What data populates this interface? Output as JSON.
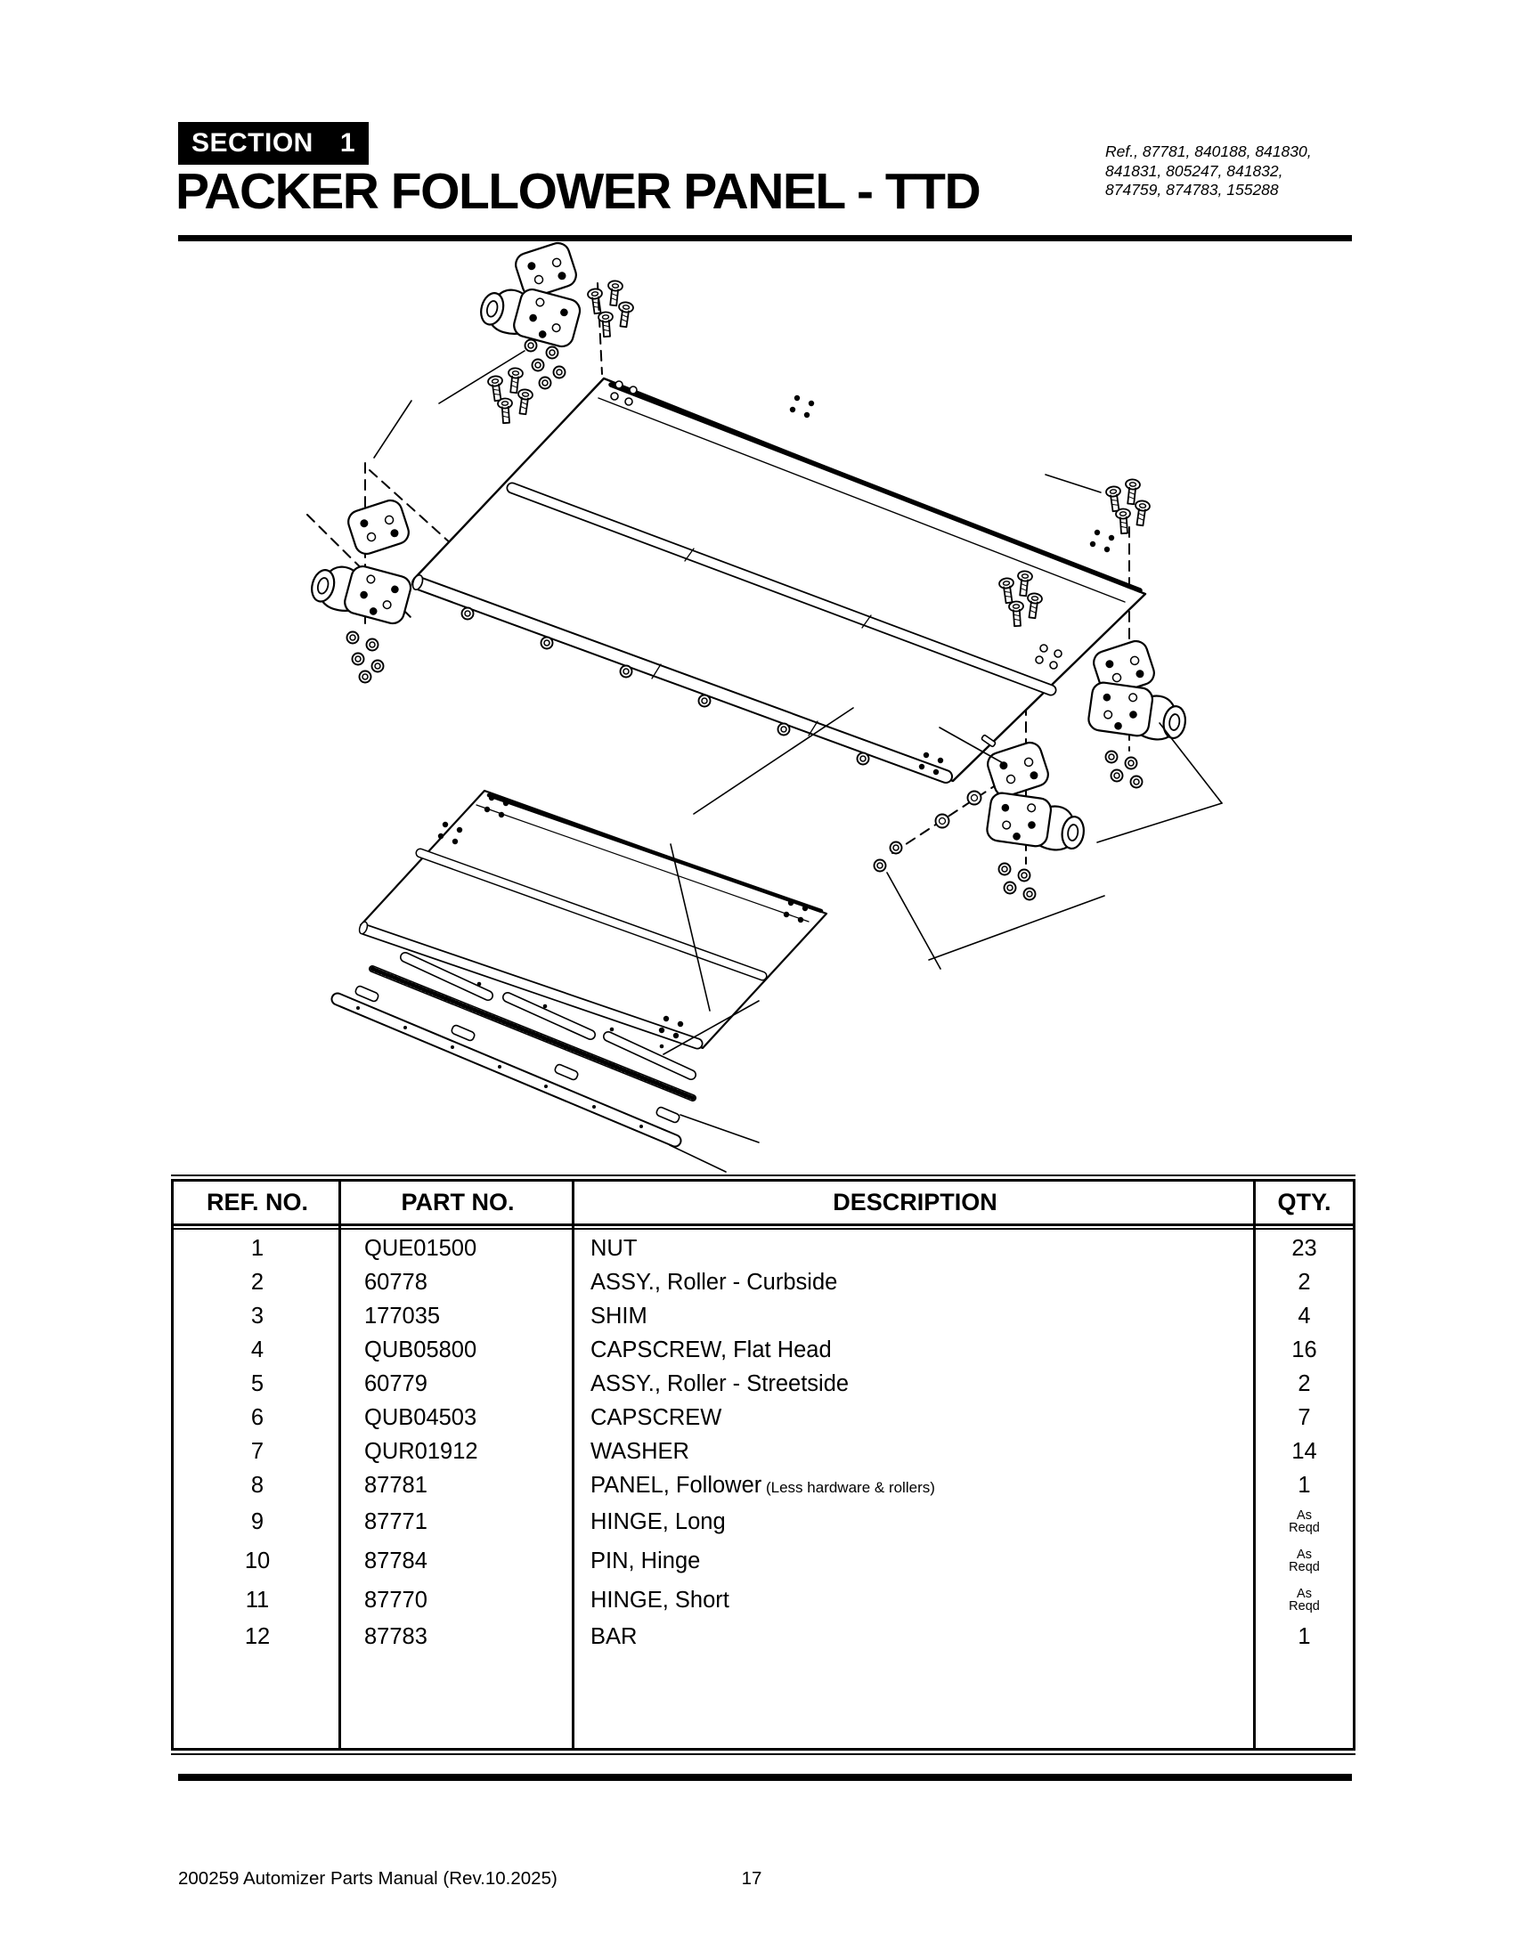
{
  "page": {
    "section_label": "SECTION",
    "section_number": "1",
    "title": "PACKER FOLLOWER PANEL - TTD",
    "reference_note": "Ref., 87781, 840188, 841830,\n841831, 805247, 841832,\n874759, 874783, 155288",
    "footer_left": "200259 Automizer Parts Manual (Rev.10.2025)",
    "page_number": "17"
  },
  "diagram": {
    "type": "exploded-parts-drawing",
    "parts_depicted": [
      "nut",
      "roller assembly curbside",
      "shim",
      "flat head capscrew",
      "roller assembly streetside",
      "capscrew",
      "washer",
      "follower panel",
      "long hinge",
      "hinge pin",
      "short hinge",
      "bar"
    ]
  },
  "table": {
    "headers": {
      "ref": "REF. NO.",
      "part": "PART NO.",
      "desc": "DESCRIPTION",
      "qty": "QTY."
    },
    "rows": [
      {
        "ref": "1",
        "part": "QUE01500",
        "desc": "NUT",
        "note": "",
        "qty": "23",
        "qty_small": false,
        "tall": false
      },
      {
        "ref": "2",
        "part": "60778",
        "desc": "ASSY., Roller - Curbside",
        "note": "",
        "qty": "2",
        "qty_small": false,
        "tall": false
      },
      {
        "ref": "3",
        "part": "177035",
        "desc": "SHIM",
        "note": "",
        "qty": "4",
        "qty_small": false,
        "tall": false
      },
      {
        "ref": "4",
        "part": "QUB05800",
        "desc": "CAPSCREW, Flat Head",
        "note": "",
        "qty": "16",
        "qty_small": false,
        "tall": false
      },
      {
        "ref": "5",
        "part": "60779",
        "desc": "ASSY., Roller - Streetside",
        "note": "",
        "qty": "2",
        "qty_small": false,
        "tall": false
      },
      {
        "ref": "6",
        "part": "QUB04503",
        "desc": "CAPSCREW",
        "note": "",
        "qty": "7",
        "qty_small": false,
        "tall": false
      },
      {
        "ref": "7",
        "part": "QUR01912",
        "desc": "WASHER",
        "note": "",
        "qty": "14",
        "qty_small": false,
        "tall": false
      },
      {
        "ref": "8",
        "part": "87781",
        "desc": "PANEL, Follower",
        "note": "(Less hardware & rollers)",
        "qty": "1",
        "qty_small": false,
        "tall": false
      },
      {
        "ref": "9",
        "part": "87771",
        "desc": "HINGE, Long",
        "note": "",
        "qty": "As\nReqd",
        "qty_small": true,
        "tall": true
      },
      {
        "ref": "10",
        "part": "87784",
        "desc": "PIN, Hinge",
        "note": "",
        "qty": "As\nReqd",
        "qty_small": true,
        "tall": true
      },
      {
        "ref": "11",
        "part": "87770",
        "desc": "HINGE, Short",
        "note": "",
        "qty": "As\nReqd",
        "qty_small": true,
        "tall": true
      },
      {
        "ref": "12",
        "part": "87783",
        "desc": "BAR",
        "note": "",
        "qty": "1",
        "qty_small": false,
        "tall": false
      }
    ]
  }
}
